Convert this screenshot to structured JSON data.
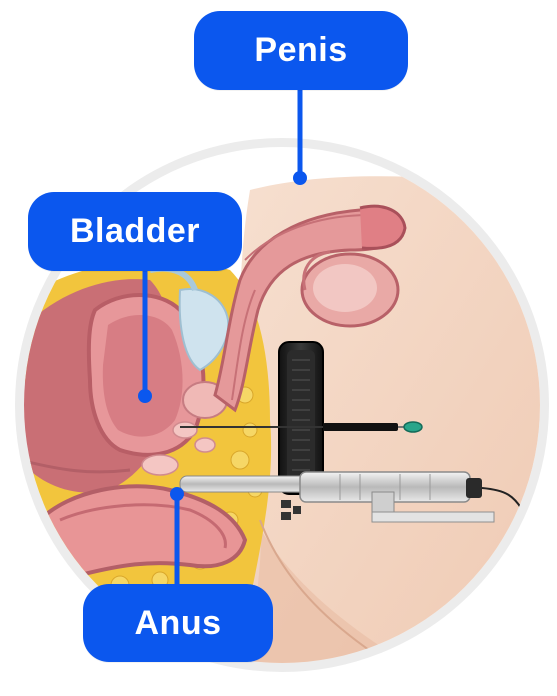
{
  "labels": {
    "penis": "Penis",
    "bladder": "Bladder",
    "anus": "Anus"
  },
  "colors": {
    "callout": "#0b57ee",
    "skin": "#f3d3bf",
    "tissue": "#d98b8f",
    "fat": "#f2c53d",
    "ring": "#eeeeee"
  }
}
